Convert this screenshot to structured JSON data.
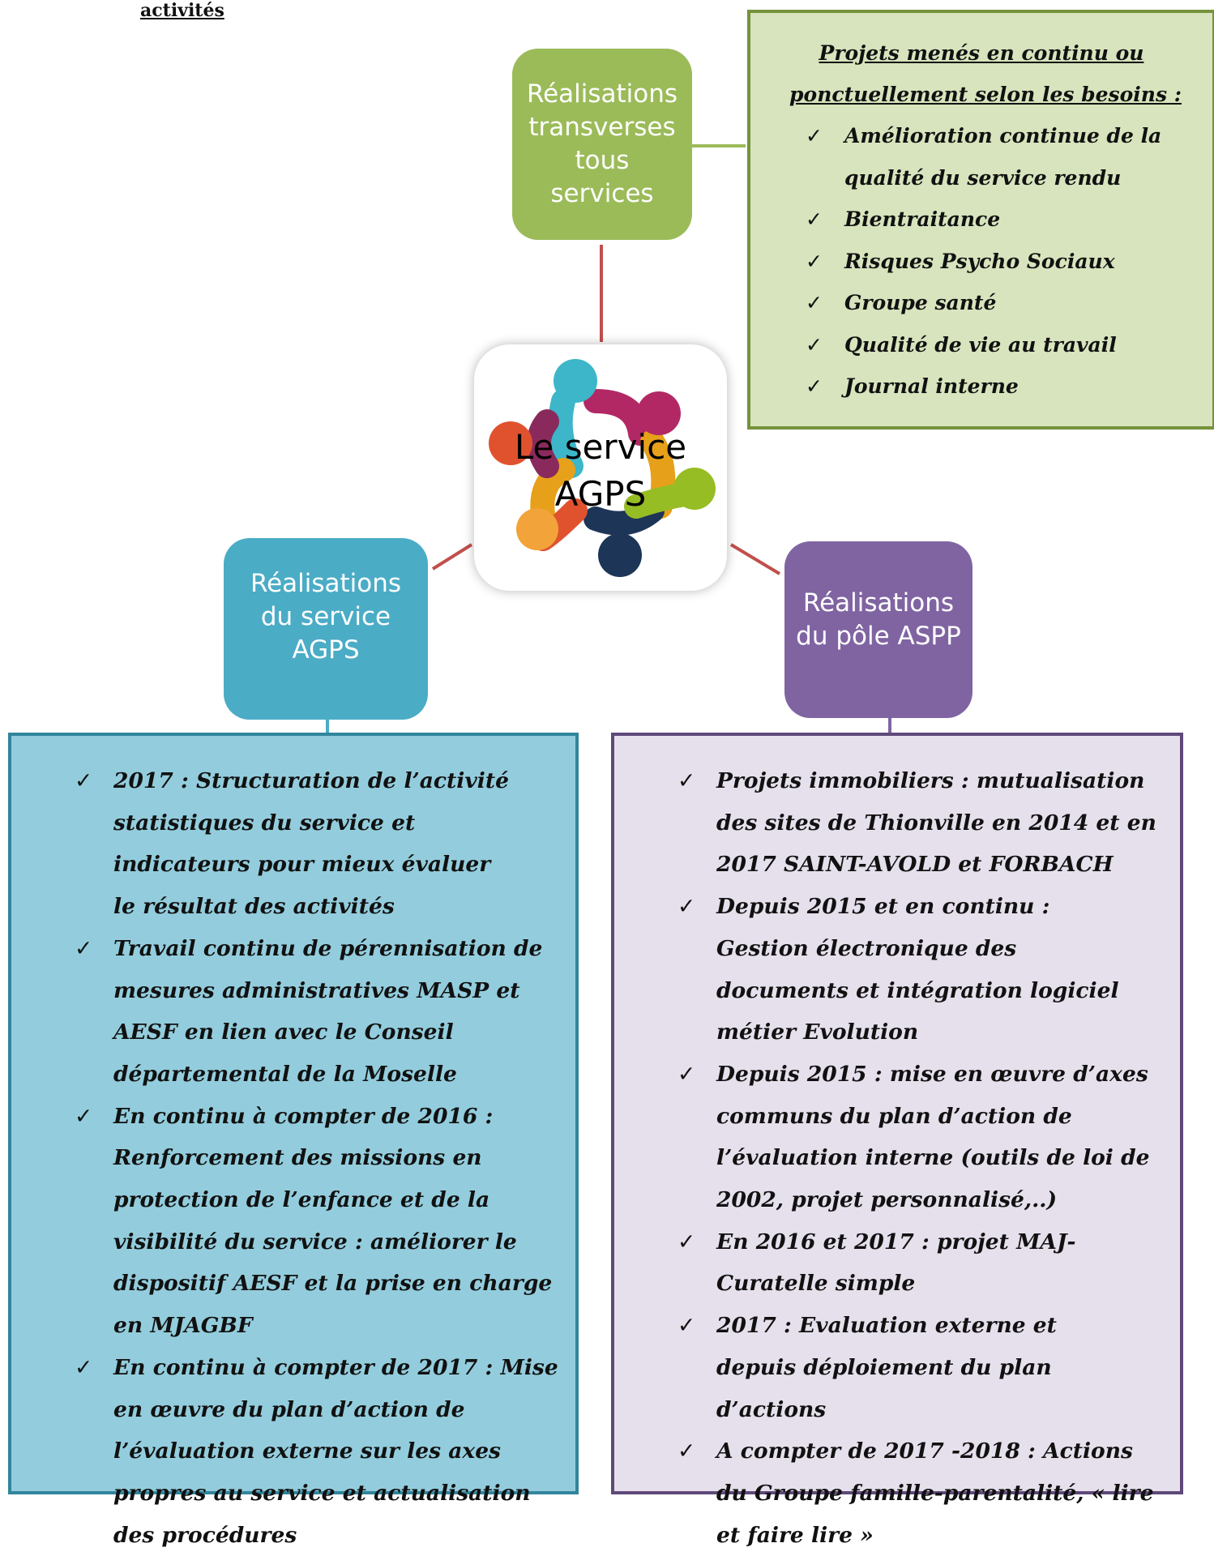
{
  "top_label": "activités",
  "center": {
    "title": "Le service\nAGPS"
  },
  "nodes": {
    "transverse": {
      "label": "Réalisations\ntransverses\ntous\nservices"
    },
    "service": {
      "label": "Réalisations\ndu service\nAGPS"
    },
    "pole": {
      "label": "Réalisations\ndu pôle ASPP"
    }
  },
  "transverse_box": {
    "heading_line1": "Projets menés en continu ou",
    "heading_line2": "ponctuellement selon les besoins :",
    "items": [
      "Amélioration continue de la qualité du service rendu",
      "Bientraitance",
      "Risques Psycho Sociaux",
      "Groupe santé",
      "Qualité de vie au travail",
      "Journal interne"
    ]
  },
  "service_box": {
    "items": [
      "2017 : Structuration de l’activité statistiques du service et  indicateurs pour mieux évaluer le résultat des activités",
      "Travail continu de pérennisation de mesures administratives MASP et AESF en lien avec le Conseil départemental de la Moselle",
      "En continu à compter de 2016 : Renforcement des missions en protection de l’enfance et de la visibilité du service : améliorer le dispositif AESF et la prise en charge en  MJAGBF",
      "En continu à compter de 2017 : Mise en œuvre du plan d’action de l’évaluation externe sur les axes propres au service et actualisation des procédures"
    ]
  },
  "pole_box": {
    "items": [
      "Projets immobiliers : mutualisation des sites de Thionville en 2014 et en 2017 SAINT-AVOLD et FORBACH",
      "Depuis 2015 et en continu : Gestion électronique des documents et intégration logiciel métier Evolution",
      "Depuis 2015 : mise en œuvre d’axes communs du plan d’action de l’évaluation interne (outils de loi de 2002, projet personnalisé,..)",
      "En 2016 et 2017 : projet MAJ- Curatelle simple",
      "2017 : Evaluation externe et depuis déploiement du plan d’actions",
      "A compter de 2017  -2018 :  Actions du Groupe famille-parentalité,   « lire et faire lire »"
    ]
  },
  "colors": {
    "green_node": "#9bbb59",
    "green_box": "#d7e4bd",
    "green_border": "#76923c",
    "blue_node": "#4bacc6",
    "blue_box": "#93cddd",
    "blue_border": "#31859c",
    "purple_node": "#8064a2",
    "purple_box": "#e6e0ec",
    "purple_border": "#5f497a",
    "connector": "#c0504d"
  }
}
